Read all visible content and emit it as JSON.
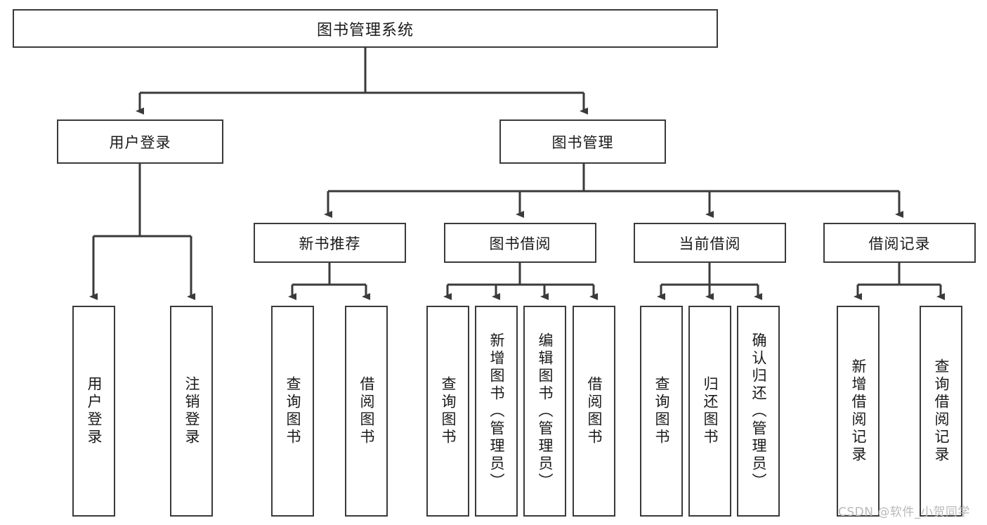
{
  "diagram": {
    "title": "图书管理系统",
    "type": "tree-hierarchy-diagram",
    "watermark": "CSDN @软件_小贺同学",
    "colors": {
      "node_border": "#3a3a3a",
      "node_fill": "#ffffff",
      "edge": "#3a3a3a",
      "text": "#1a1a1a",
      "watermark": "#b9b9b9",
      "background": "#ffffff"
    },
    "root": {
      "label": "图书管理系统"
    },
    "level2": [
      {
        "label": "用户登录"
      },
      {
        "label": "图书管理"
      }
    ],
    "level3": [
      {
        "label": "新书推荐"
      },
      {
        "label": "图书借阅"
      },
      {
        "label": "当前借阅"
      },
      {
        "label": "借阅记录"
      }
    ],
    "leaves": {
      "user_login": [
        {
          "label": "用户登录"
        },
        {
          "label": "注销登录"
        }
      ],
      "new_book_recommend": [
        {
          "label": "查询图书"
        },
        {
          "label": "借阅图书"
        }
      ],
      "book_borrow": [
        {
          "label": "查询图书"
        },
        {
          "label": "新增图书（管理员）"
        },
        {
          "label": "编辑图书（管理员）"
        },
        {
          "label": "借阅图书"
        }
      ],
      "current_borrow": [
        {
          "label": "查询图书"
        },
        {
          "label": "归还图书"
        },
        {
          "label": "确认归还（管理员）"
        }
      ],
      "borrow_record": [
        {
          "label": "新增借阅记录"
        },
        {
          "label": "查询借阅记录"
        }
      ]
    }
  }
}
